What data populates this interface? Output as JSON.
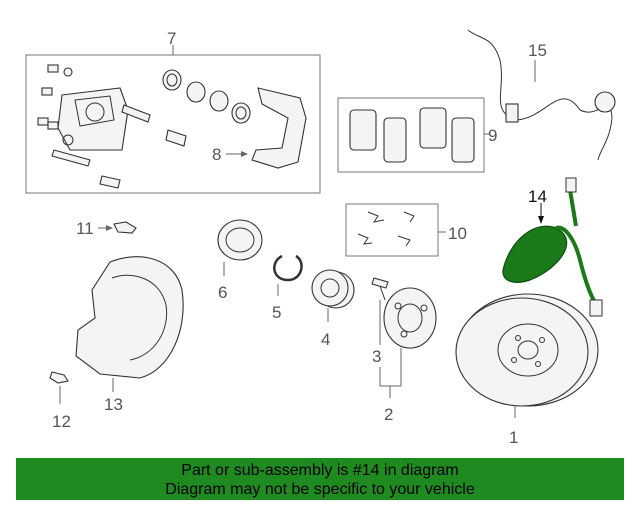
{
  "callouts": {
    "c1": "1",
    "c2": "2",
    "c3": "3",
    "c4": "4",
    "c5": "5",
    "c6": "6",
    "c7": "7",
    "c8": "8",
    "c9": "9",
    "c10": "10",
    "c11": "11",
    "c12": "12",
    "c13": "13",
    "c14": "14",
    "c15": "15"
  },
  "highlight": {
    "part_number": "14",
    "color": "#1a7a1a"
  },
  "banner": {
    "line1": "Part or sub-assembly is #14 in diagram",
    "line2": "Diagram may not be specific to your vehicle",
    "color": "#1f8a1f"
  }
}
